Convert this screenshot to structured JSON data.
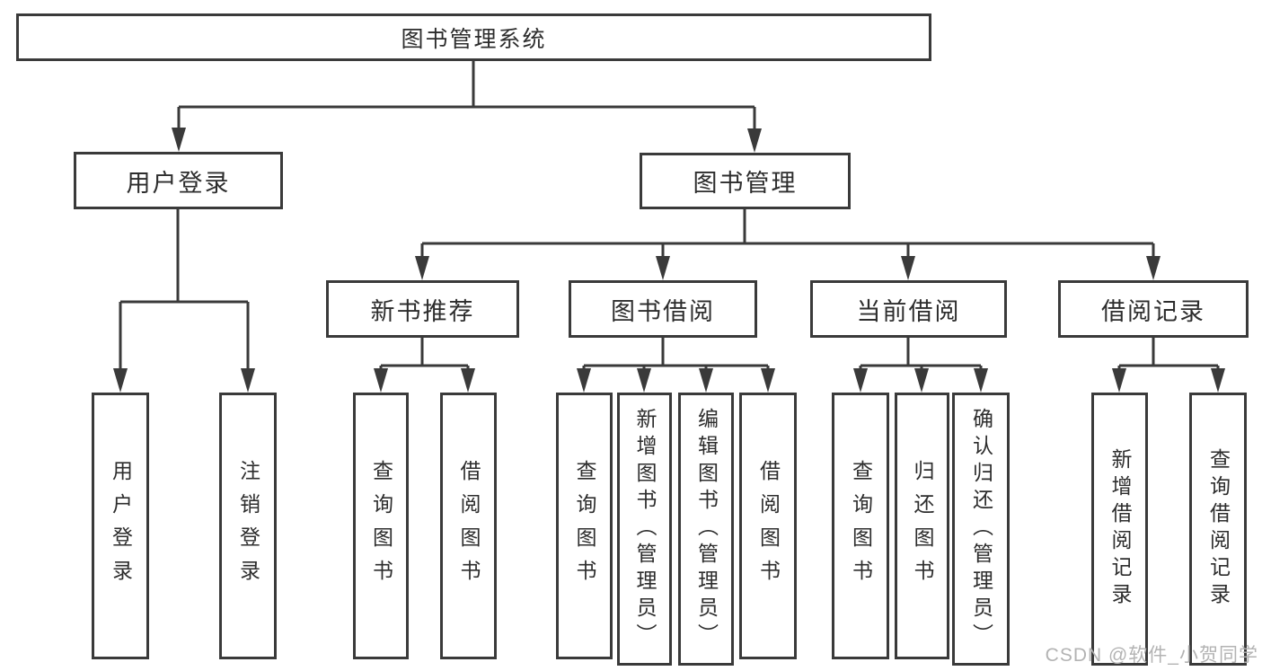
{
  "tree": {
    "label": "图书管理系统",
    "children": [
      {
        "label": "用户登录",
        "children": [
          {
            "label": "用户登录"
          },
          {
            "label": "注销登录"
          }
        ]
      },
      {
        "label": "图书管理",
        "children": [
          {
            "label": "新书推荐",
            "children": [
              {
                "label": "查询图书"
              },
              {
                "label": "借阅图书"
              }
            ]
          },
          {
            "label": "图书借阅",
            "children": [
              {
                "label": "查询图书"
              },
              {
                "label": "新增图书（管理员）"
              },
              {
                "label": "编辑图书（管理员）"
              },
              {
                "label": "借阅图书"
              }
            ]
          },
          {
            "label": "当前借阅",
            "children": [
              {
                "label": "查询图书"
              },
              {
                "label": "归还图书"
              },
              {
                "label": "确认归还（管理员）"
              }
            ]
          },
          {
            "label": "借阅记录",
            "children": [
              {
                "label": "新增借阅记录"
              },
              {
                "label": "查询借阅记录"
              }
            ]
          }
        ]
      }
    ]
  },
  "watermark": "CSDN @软件_小贺同学",
  "colors": {
    "line": "#3a3a3a",
    "box_border": "#3a3a3a",
    "text": "#2d2d2d",
    "watermark": "#b3b3b3",
    "background": "#ffffff"
  }
}
